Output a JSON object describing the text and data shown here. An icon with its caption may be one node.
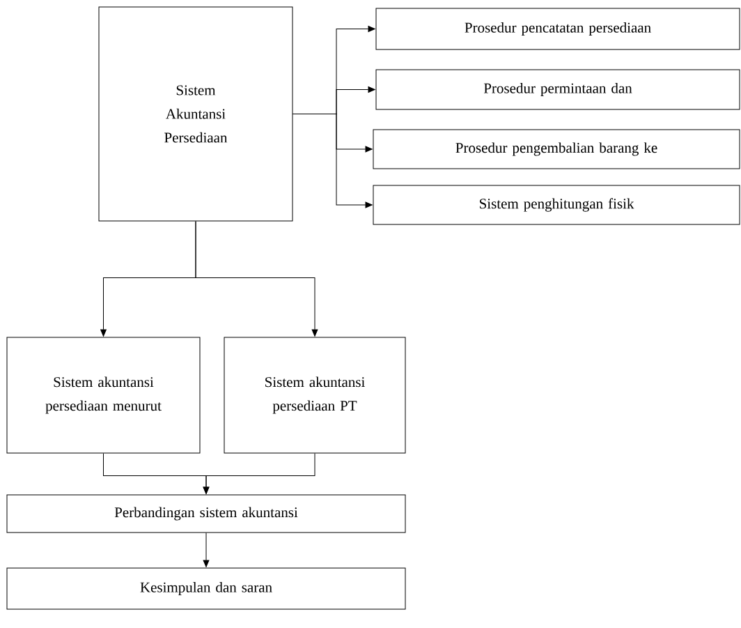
{
  "diagram": {
    "nodes": [
      {
        "text": [
          "Sistem Akuntansi Persediaan"
        ]
      },
      {
        "text": [
          "Prosedur pencatatan persediaan"
        ]
      },
      {
        "text": [
          "Prosedur permintaan dan"
        ]
      },
      {
        "text": [
          "Prosedur pengembalian barang ke"
        ]
      },
      {
        "text": [
          "Sistem penghitungan fisik"
        ]
      },
      {
        "text": [
          "Sistem akuntansi persediaan menurut"
        ]
      },
      {
        "text": [
          "Sistem akuntansi persediaan PT"
        ]
      },
      {
        "text": [
          "Perbandingan sistem akuntansi"
        ]
      },
      {
        "text": [
          "Kesimpulan dan saran"
        ]
      }
    ],
    "edges": [
      {
        "from": 0,
        "to": 1,
        "arrow": "to"
      },
      {
        "from": 0,
        "to": 2,
        "arrow": "to"
      },
      {
        "from": 0,
        "to": 3,
        "arrow": "to"
      },
      {
        "from": 0,
        "to": 4,
        "arrow": "to"
      },
      {
        "from": 0,
        "to": 5,
        "arrow": "to"
      },
      {
        "from": 0,
        "to": 6,
        "arrow": "to"
      },
      {
        "from": 5,
        "to": 7,
        "arrow": "to"
      },
      {
        "from": 6,
        "to": 7,
        "arrow": "to"
      },
      {
        "from": 7,
        "to": 8,
        "arrow": "to"
      }
    ]
  }
}
